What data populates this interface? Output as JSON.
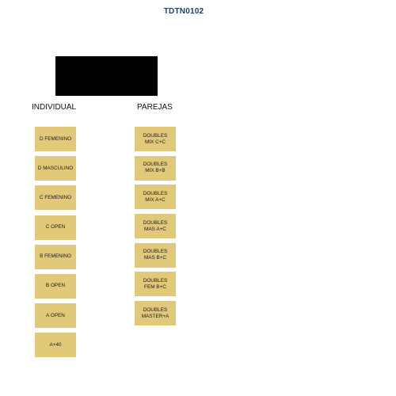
{
  "page": {
    "title": "TDTN0102"
  },
  "columns": {
    "individual": {
      "heading": "INDIVIDUAL",
      "buttons": [
        "D FEMENINO",
        "D MASCULINO",
        "C FEMENINO",
        "C OPEN",
        "B FEMENINO",
        "B OPEN",
        "A OPEN",
        "A+40"
      ]
    },
    "parejas": {
      "heading": "PAREJAS",
      "buttons": [
        "DOUBLES\nMIX C+C",
        "DOUBLES\nMIX B+B",
        "DOUBLES\nMIX A+C",
        "DOUBLES\nMAS A+C",
        "DOUBLES\nMAS B+C",
        "DOUBLES\nFEM B+C",
        "DOUBLES\nMASTER+A"
      ]
    }
  },
  "colors": {
    "title": "#1f3f66",
    "button_bg": "#e2c97a",
    "logo_block": "#000000"
  }
}
